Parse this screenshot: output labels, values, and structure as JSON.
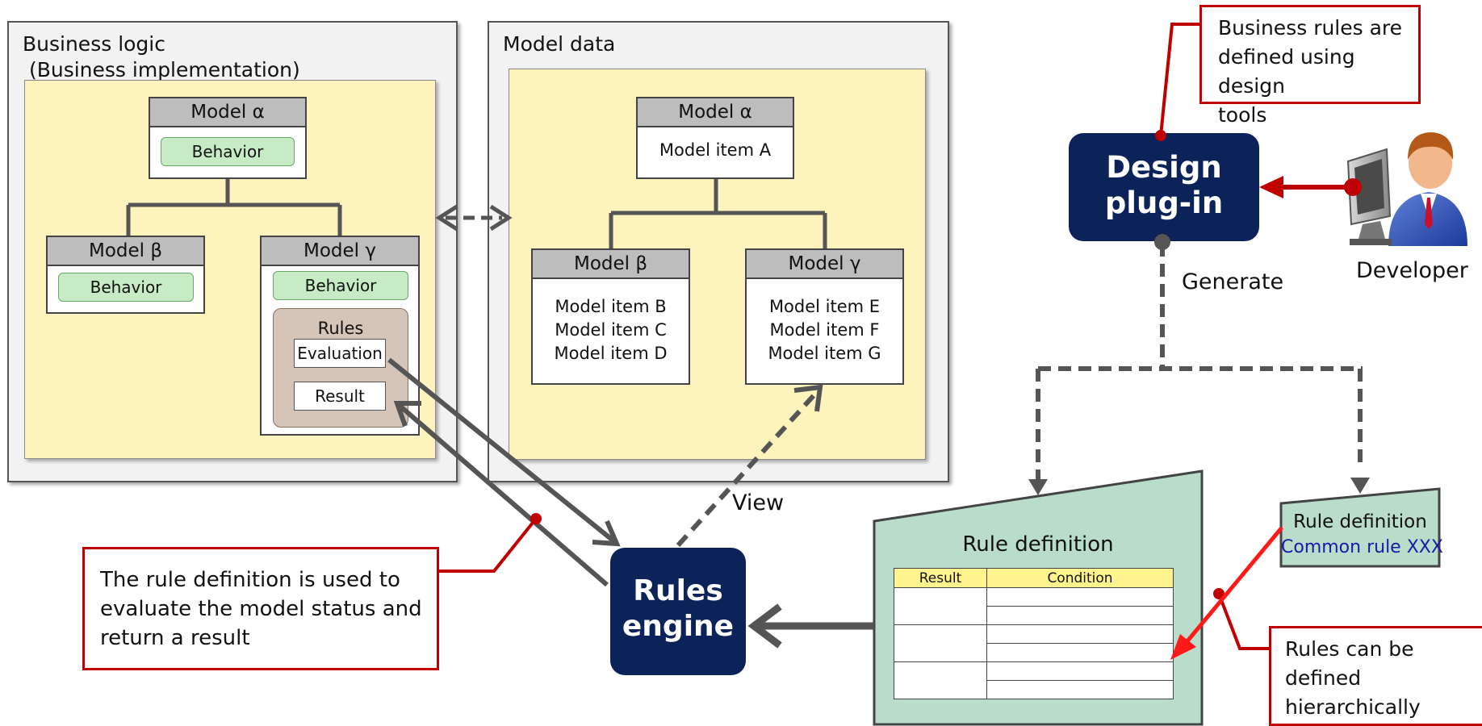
{
  "panels": {
    "business_logic": {
      "title_line1": "Business logic",
      "title_line2": " (Business implementation)",
      "model_alpha": {
        "title": "Model α",
        "behavior": "Behavior"
      },
      "model_beta": {
        "title": "Model β",
        "behavior": "Behavior"
      },
      "model_gamma": {
        "title": "Model γ",
        "behavior": "Behavior",
        "rules_title": "Rules",
        "evaluation": "Evaluation",
        "result": "Result"
      }
    },
    "model_data": {
      "title": "Model data",
      "model_alpha": {
        "title": "Model α",
        "items": "Model item A"
      },
      "model_beta": {
        "title": "Model β",
        "items": [
          "Model item B",
          "Model item C",
          "Model item D"
        ]
      },
      "model_gamma": {
        "title": "Model γ",
        "items": [
          "Model item E",
          "Model item F",
          "Model item G"
        ]
      }
    }
  },
  "design_plugin": {
    "line1": "Design",
    "line2": "plug-in"
  },
  "rules_engine": {
    "line1": "Rules",
    "line2": "engine"
  },
  "developer_label": "Developer",
  "generate_label": "Generate",
  "view_label": "View",
  "rule_definition_main": {
    "title": "Rule definition",
    "columns": [
      "Result",
      "Condition"
    ]
  },
  "rule_definition_small": {
    "title": "Rule definition",
    "subtitle": "Common rule XXX"
  },
  "callouts": {
    "design_tools": [
      "Business rules are",
      "defined using design",
      "tools"
    ],
    "evaluate": [
      "The rule definition is used to",
      "evaluate the model status and",
      "return a result"
    ],
    "hierarchical": [
      "Rules can be",
      "defined",
      "hierarchically"
    ]
  },
  "colors": {
    "navy": "#0b2358",
    "callout_red": "#c00000",
    "panel_yellow": "#fcf3bd",
    "behavior_green": "#c7ecc5",
    "rule_def_green": "#b9dccb",
    "connector_gray": "#555555",
    "subtitle_blue": "#1a1aa8"
  },
  "icons": {
    "developer": "developer-at-computer-icon"
  }
}
